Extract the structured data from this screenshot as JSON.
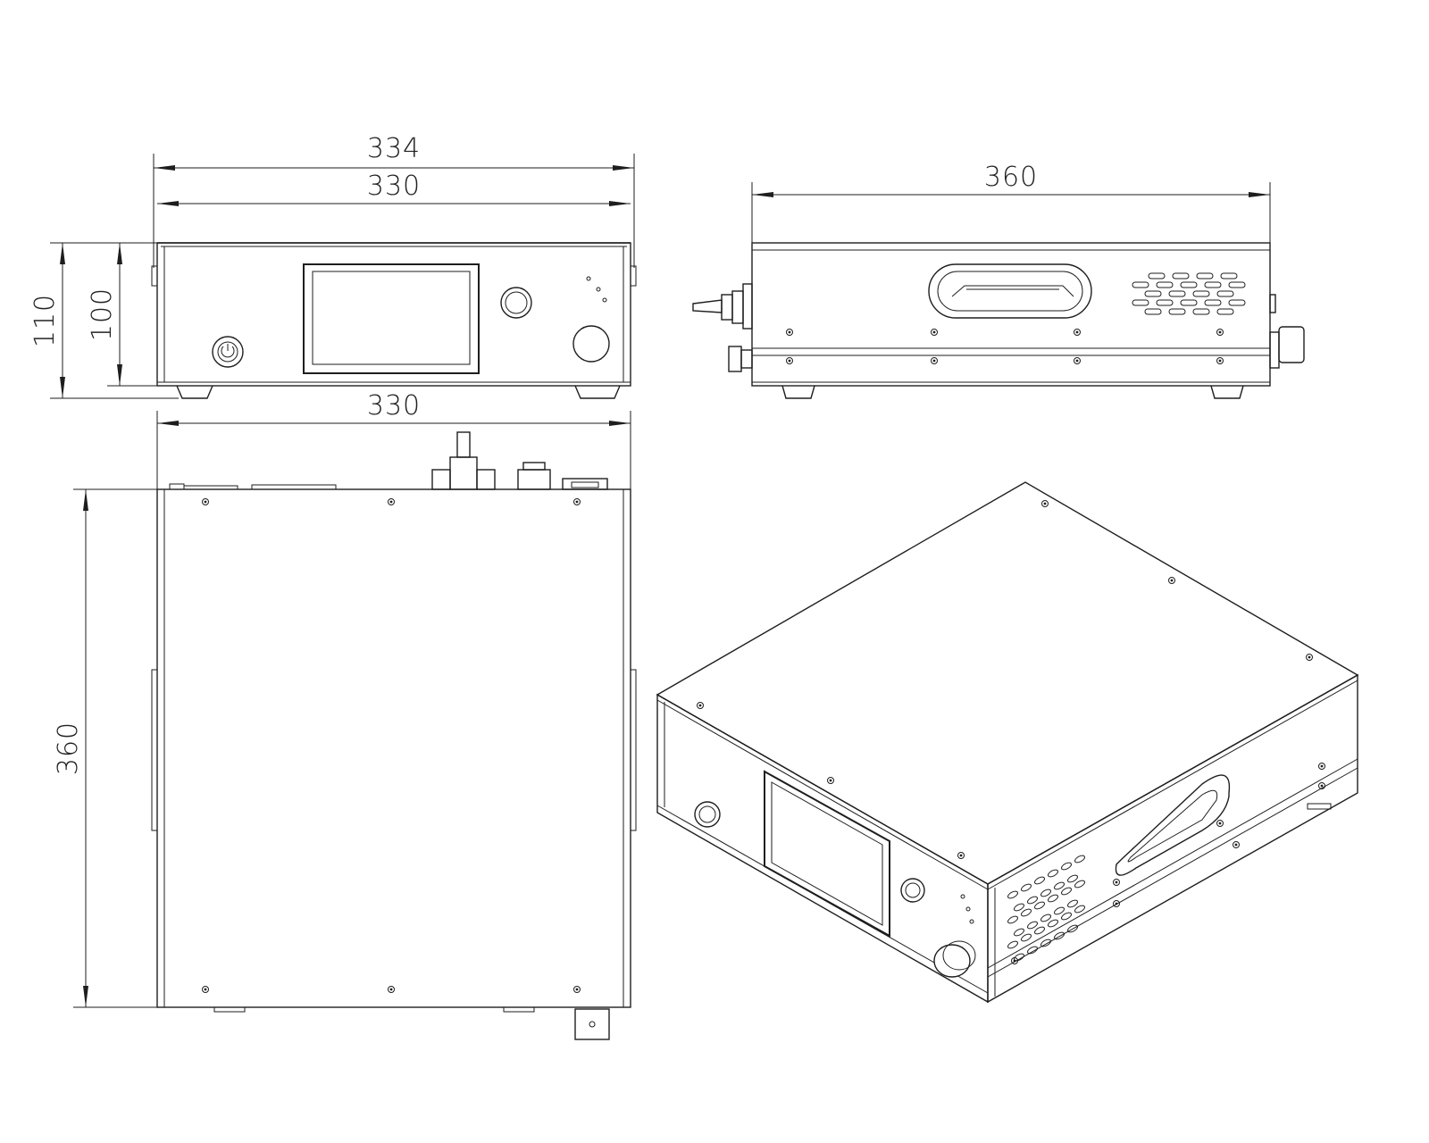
{
  "dimensions": {
    "front_outer_width": "334",
    "front_inner_width": "330",
    "front_total_height": "110",
    "front_body_height": "100",
    "top_width": "330",
    "top_depth": "360",
    "side_length": "360"
  },
  "colors": {
    "line": "#1e1e1e",
    "background": "#ffffff"
  },
  "icons": {
    "power_button": "power-icon"
  }
}
